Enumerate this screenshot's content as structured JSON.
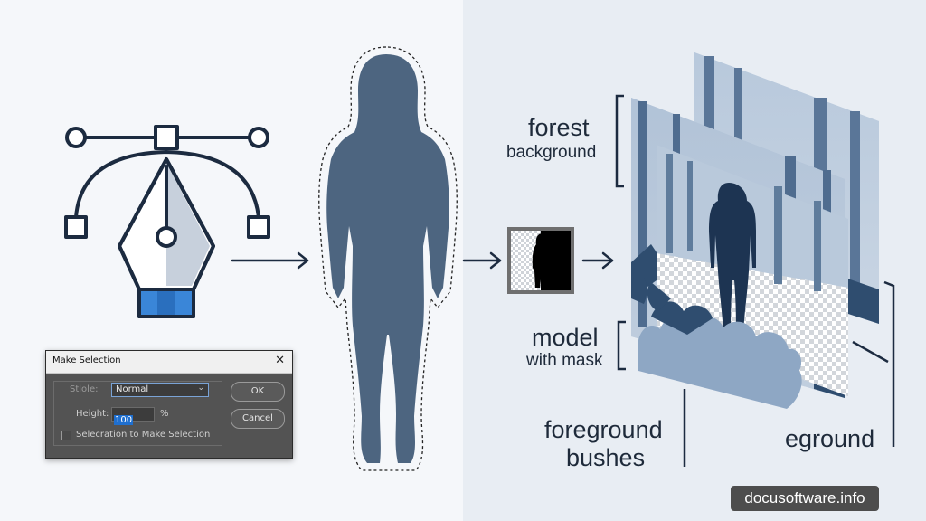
{
  "dialog": {
    "title": "Make Selection",
    "style_label": "Stlole:",
    "style_value": "Normal",
    "height_label": "Height:",
    "height_value": "100",
    "height_unit": "%",
    "checkbox_label": "Selecration to Make Selection",
    "ok_label": "OK",
    "cancel_label": "Cancel"
  },
  "layers": {
    "forest_title": "forest",
    "forest_sub": "background",
    "model_title": "model",
    "model_sub": "with mask",
    "foreground_line1": "foreground",
    "foreground_line2": "bushes",
    "cut_label": "eground"
  },
  "watermark": "docusoftware.info",
  "colors": {
    "pen_outline": "#1c2b40",
    "pen_accent": "#3a86d8",
    "silhouette": "#4d6580",
    "layer_blue": "#7e97b6",
    "layer_dark": "#34506f",
    "label_text": "#1e2a3a"
  },
  "icons": [
    "pen-tool-icon",
    "arrow-right-icon",
    "close-icon",
    "chevron-down-icon"
  ]
}
